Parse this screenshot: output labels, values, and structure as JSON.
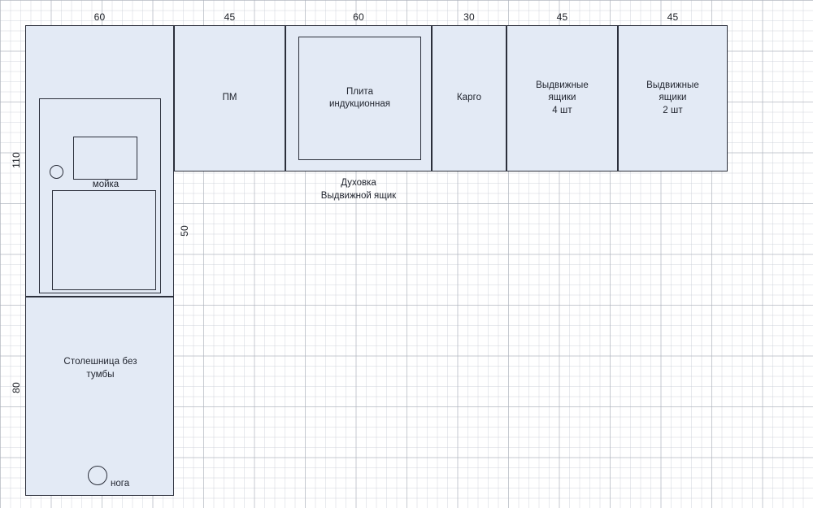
{
  "plan": {
    "title": "Kitchen cabinet elevation plan",
    "fill_color": "#e3eaf5",
    "stroke_color": "#2b2f3b",
    "grid_color": "#aaafb9"
  },
  "top_dimensions": [
    {
      "value": "60"
    },
    {
      "value": "45"
    },
    {
      "value": "60"
    },
    {
      "value": "30"
    },
    {
      "value": "45"
    },
    {
      "value": "45"
    }
  ],
  "side_dimensions": {
    "sink_cabinet_height": "110",
    "countertop_height": "80",
    "depth_gap": "50"
  },
  "units": [
    {
      "id": "sink",
      "label": "",
      "width_cm": "60"
    },
    {
      "id": "dishwasher",
      "label": "ПМ",
      "width_cm": "45"
    },
    {
      "id": "stove",
      "label": "",
      "width_cm": "60"
    },
    {
      "id": "cargo",
      "label": "Карго",
      "width_cm": "30"
    },
    {
      "id": "drawers-4",
      "label": "Выдвижные\nящики\n4 шт",
      "width_cm": "45"
    },
    {
      "id": "drawers-2",
      "label": "Выдвижные\nящики\n2 шт",
      "width_cm": "45"
    }
  ],
  "appliances": {
    "induction_hob": "Плита\nиндукционная",
    "oven_note": "Духовка\nВыдвижной ящик"
  },
  "annotations": {
    "sink": "мойка",
    "countertop": "Столешница без\nтумбы",
    "leg": "нога"
  }
}
